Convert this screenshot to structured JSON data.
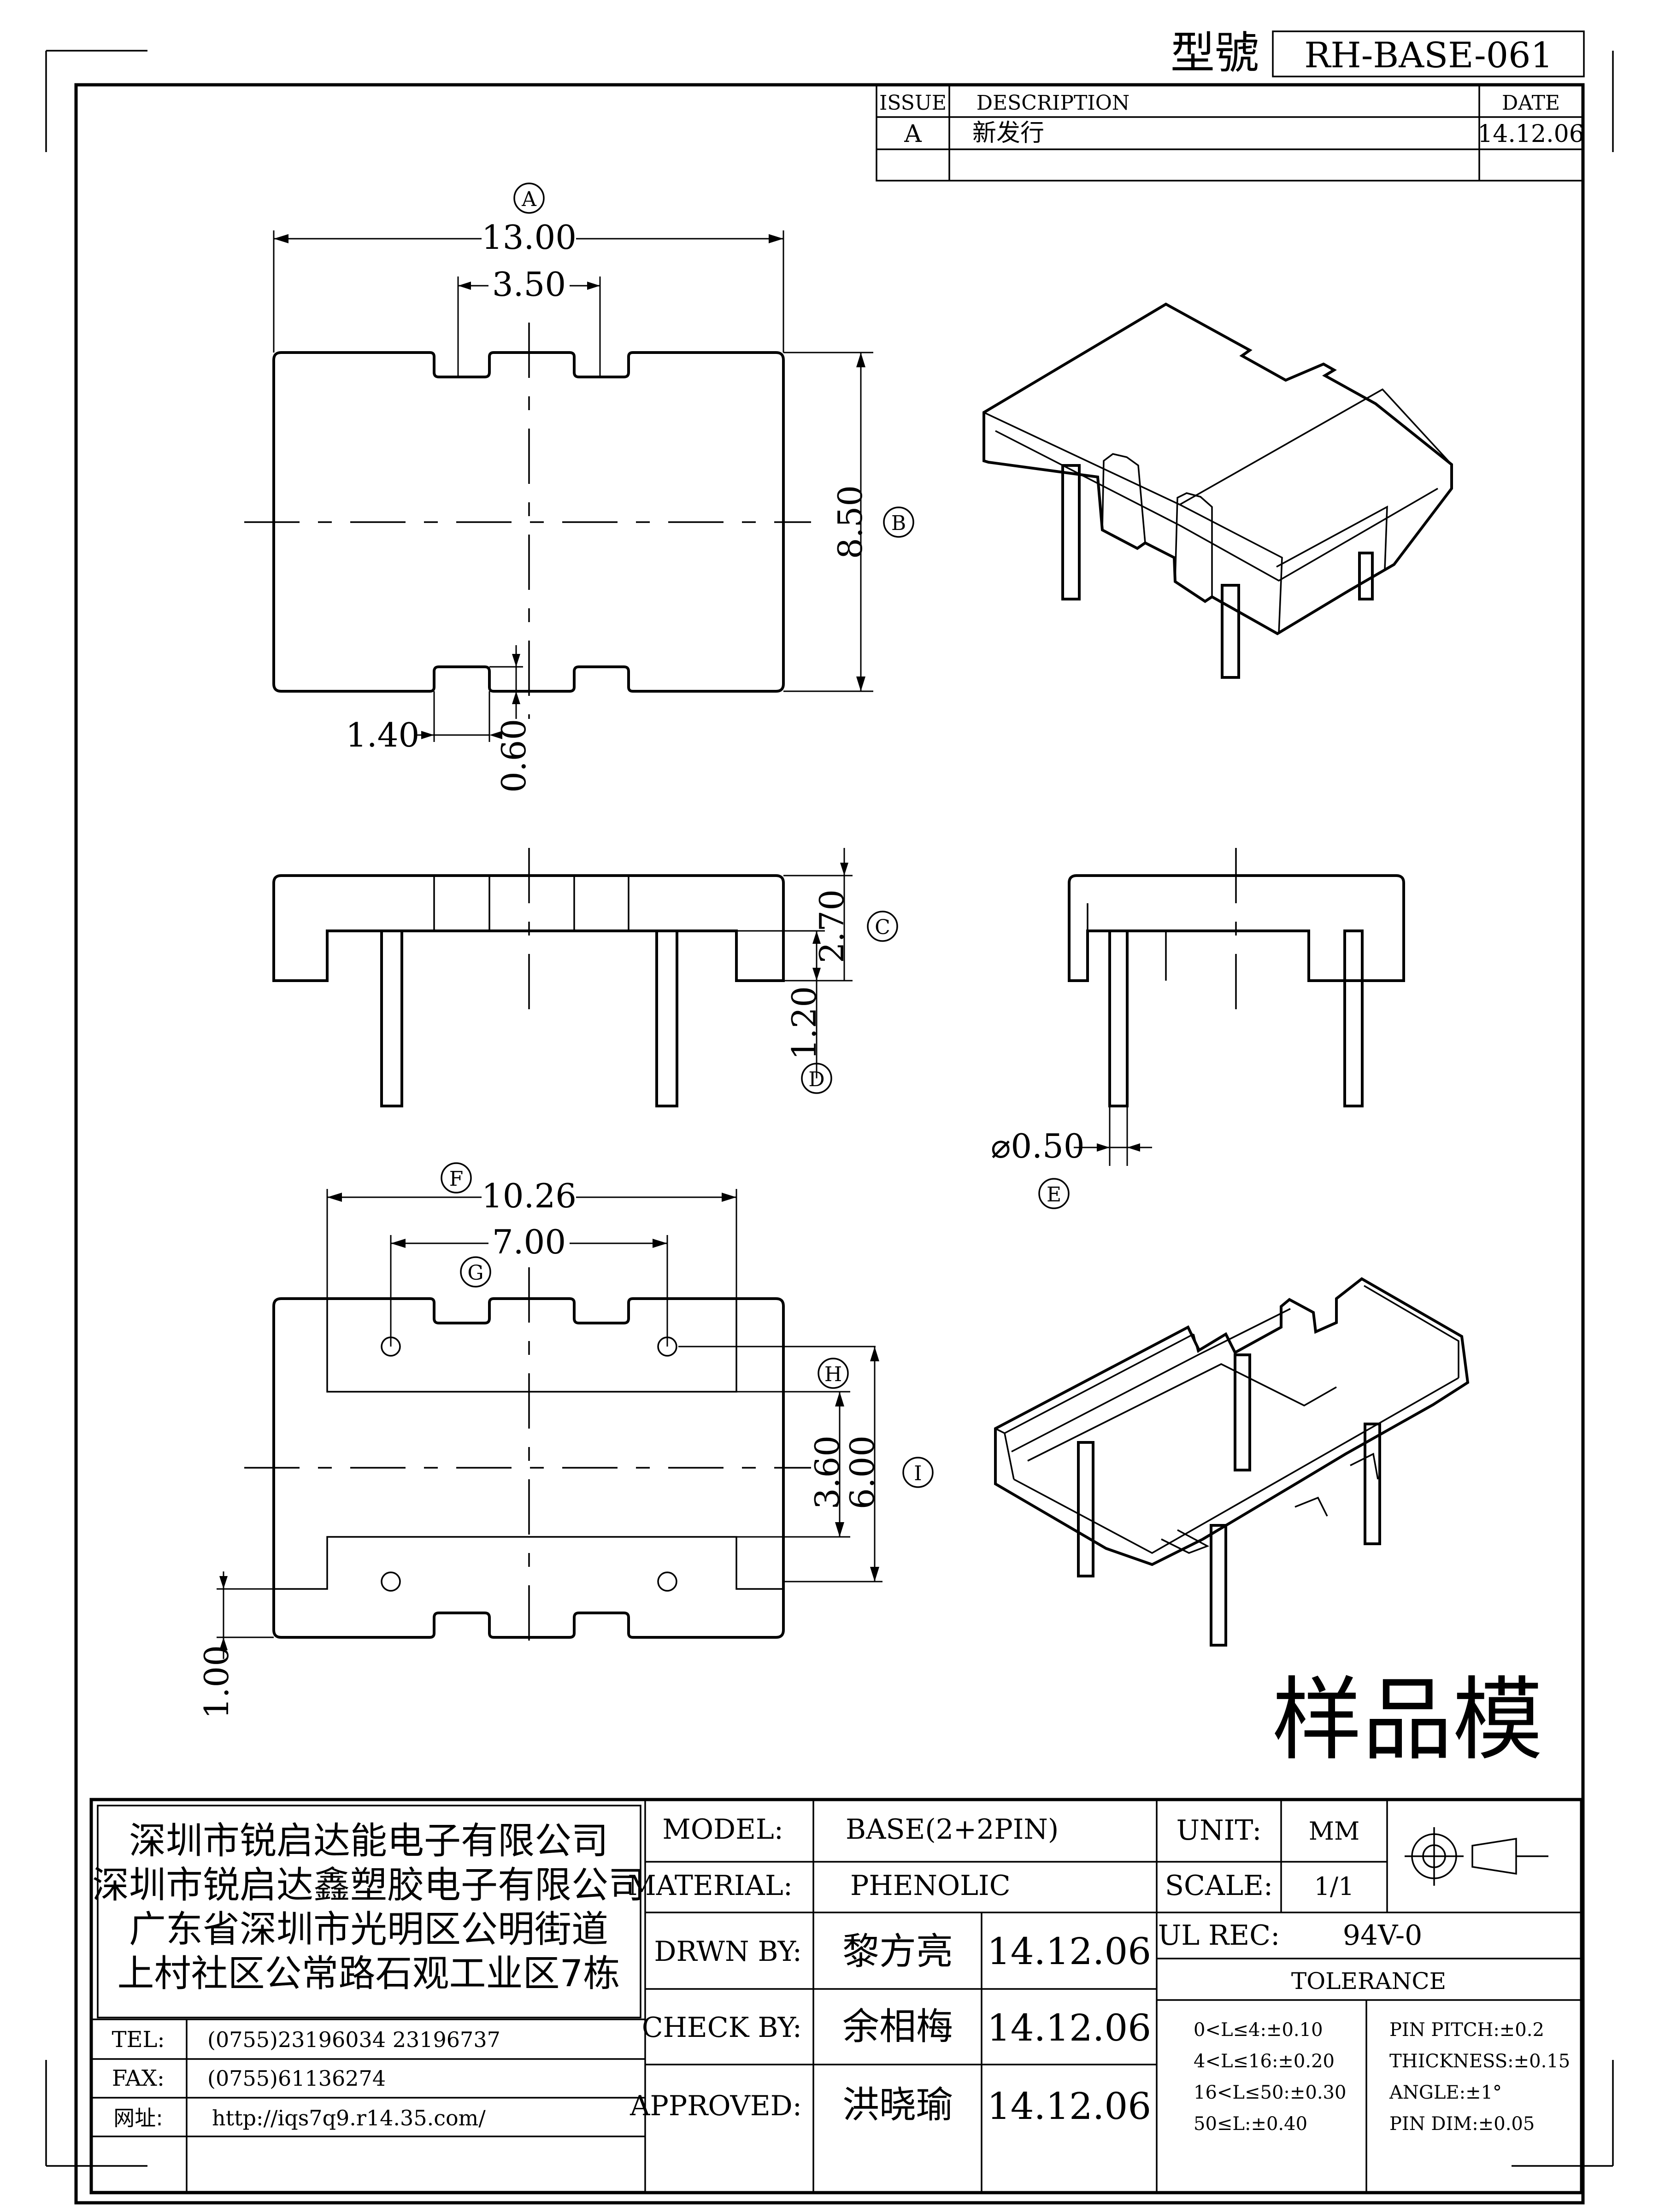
{
  "header": {
    "model_no_label": "型號",
    "model_no": "RH-BASE-061"
  },
  "revision": {
    "headers": [
      "ISSUE",
      "DESCRIPTION",
      "DATE"
    ],
    "rows": [
      {
        "issue": "A",
        "description": "新发行",
        "date": "14.12.06"
      }
    ]
  },
  "dimensions": {
    "A": {
      "marker": "A",
      "value": "13.00"
    },
    "notch_width": "3.50",
    "B": {
      "marker": "B",
      "value": "8.50"
    },
    "notch_1_40": "1.40",
    "notch_0_60": "0.60",
    "C": {
      "marker": "C",
      "value": "2.70"
    },
    "D": {
      "marker": "D",
      "value": "1.20"
    },
    "E": {
      "marker": "E",
      "value": "⌀0.50"
    },
    "F": {
      "marker": "F",
      "value": "10.26"
    },
    "G": {
      "marker": "G",
      "value": "7.00"
    },
    "H": {
      "marker": "H",
      "value": "3.60"
    },
    "I": {
      "marker": "I",
      "value": "6.00"
    },
    "bottom_1_00": "1.00"
  },
  "stamp": "样品模",
  "company": {
    "lines": [
      "深圳市锐启达能电子有限公司",
      "深圳市锐启达鑫塑胶电子有限公司",
      "广东省深圳市光明区公明街道",
      "上村社区公常路石观工业区7栋"
    ],
    "contacts": [
      {
        "label": "TEL:",
        "value": "(0755)23196034  23196737"
      },
      {
        "label": "FAX:",
        "value": "(0755)61136274"
      },
      {
        "label": "网址:",
        "value": "http://iqs7q9.r14.35.com/"
      }
    ]
  },
  "title_block": {
    "model_label": "MODEL:",
    "model_value": "BASE(2+2PIN)",
    "material_label": "MATERIAL:",
    "material_value": "PHENOLIC",
    "drawn_label": "DRWN BY:",
    "drawn_name": "黎方亮",
    "drawn_date": "14.12.06",
    "check_label": "CHECK BY:",
    "check_name": "余相梅",
    "check_date": "14.12.06",
    "approved_label": "APPROVED:",
    "approved_name": "洪晓瑜",
    "approved_date": "14.12.06",
    "unit_label": "UNIT:",
    "unit_value": "MM",
    "scale_label": "SCALE:",
    "scale_value": "1/1",
    "ul_label": "UL REC:",
    "ul_value": "94V-0",
    "tolerance_title": "TOLERANCE",
    "tolerance_left": [
      "0<L≤4:±0.10",
      "4<L≤16:±0.20",
      "16<L≤50:±0.30",
      "50≤L:±0.40"
    ],
    "tolerance_right": [
      "PIN PITCH:±0.2",
      "THICKNESS:±0.15",
      "ANGLE:±1°",
      "PIN DIM:±0.05"
    ]
  }
}
